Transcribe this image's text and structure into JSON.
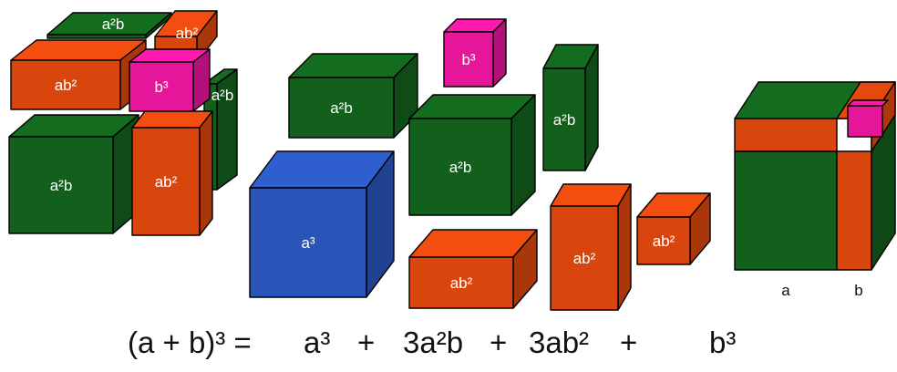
{
  "colors": {
    "a3": "#2a55b8",
    "a2b": "#12601c",
    "ab2": "#d9460d",
    "b3": "#e6169b",
    "edge": "#000000"
  },
  "labels": {
    "a3": "a³",
    "a2b": "a²b",
    "ab2": "ab²",
    "b3": "b³"
  },
  "axis_labels": {
    "a": "a",
    "b": "b"
  },
  "formula": {
    "lhs": "(a + b)³ =",
    "t1": "a³",
    "p1": "+",
    "t2": "3a²b",
    "p2": "+",
    "t3": "3ab²",
    "p3": "+",
    "t4": "b³"
  }
}
